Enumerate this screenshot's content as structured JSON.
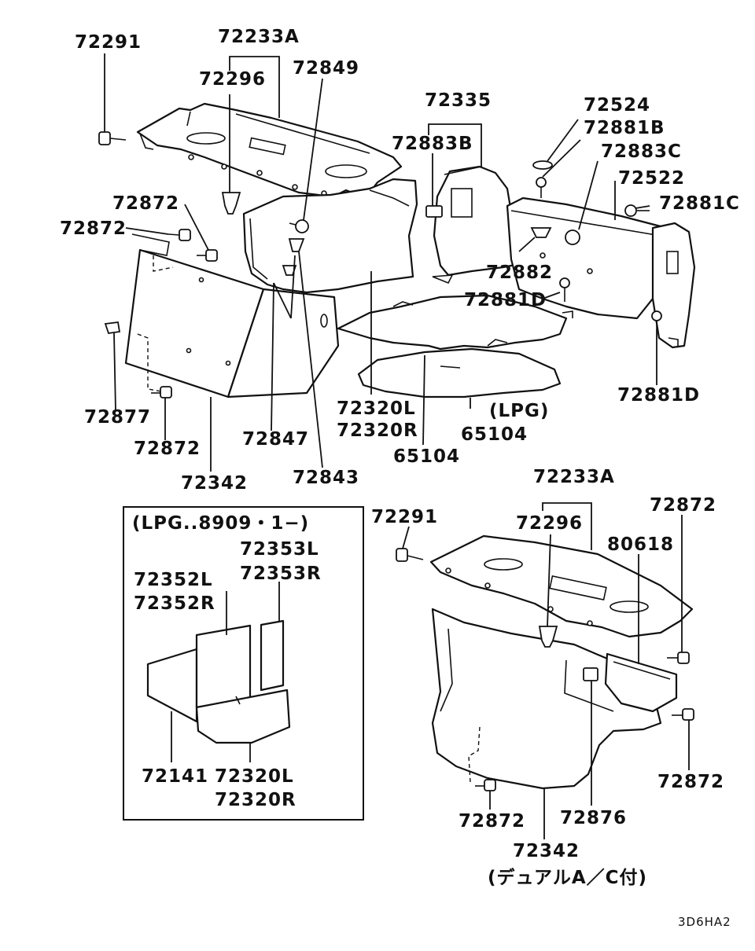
{
  "diagram": {
    "labels": {
      "l_72291_a": "72291",
      "l_72233A_a": "72233A",
      "l_72296_a": "72296",
      "l_72849": "72849",
      "l_72335": "72335",
      "l_72524": "72524",
      "l_72881B": "72881B",
      "l_72883B": "72883B",
      "l_72883C": "72883C",
      "l_72522": "72522",
      "l_72881C": "72881C",
      "l_72872_a": "72872",
      "l_72872_b": "72872",
      "l_72882": "72882",
      "l_72881D_a": "72881D",
      "l_72881D_b": "72881D",
      "l_72877": "72877",
      "l_72320L_a": "72320L",
      "l_72320R_a": "72320R",
      "l_LPG": "(LPG)",
      "l_65104_a": "65104",
      "l_65104_b": "65104",
      "l_72847": "72847",
      "l_72872_c": "72872",
      "l_72342_a": "72342",
      "l_72843": "72843",
      "l_box_title": "(LPG..8909・1−)",
      "l_72353L": "72353L",
      "l_72353R": "72353R",
      "l_72352L": "72352L",
      "l_72352R": "72352R",
      "l_72141": "72141",
      "l_72320L_b": "72320L",
      "l_72320R_b": "72320R",
      "l_72233A_b": "72233A",
      "l_72291_b": "72291",
      "l_72296_b": "72296",
      "l_80618": "80618",
      "l_72872_d": "72872",
      "l_72872_e": "72872",
      "l_72872_f": "72872",
      "l_72876": "72876",
      "l_72342_b": "72342",
      "l_dual_ac": "(デュアルA／C付)",
      "l_code": "3D6HA2"
    }
  }
}
